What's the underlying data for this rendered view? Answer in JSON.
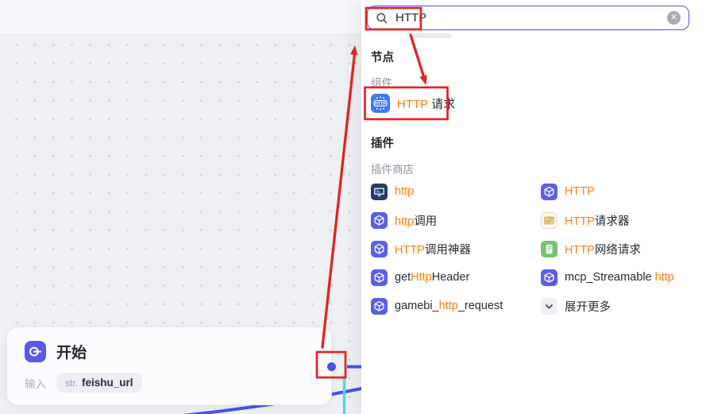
{
  "colors": {
    "accent": "#4d54e8",
    "highlight_orange": "#ff7e10",
    "annotation_red": "#e52222",
    "edge_blue": "#4753e5",
    "edge_cyan": "#54d6e8"
  },
  "canvas": {
    "start_node": {
      "icon": "start-icon",
      "title": "开始",
      "input_label": "输入",
      "param_type": "str.",
      "param_name": "feishu_url"
    }
  },
  "search_panel": {
    "search": {
      "value": "HTTP",
      "icon": "search-icon",
      "clear_icon": "circle-x-icon"
    },
    "nodes_header": "节点",
    "components_header": "组件",
    "component_result": {
      "icon": "http-request",
      "segments": [
        {
          "text": "HTTP",
          "hl": true
        },
        {
          "text": " 请求",
          "hl": false
        }
      ]
    },
    "plugins_header": "插件",
    "plugin_store_header": "插件商店",
    "plugin_results": [
      {
        "icon": "terminal",
        "segments": [
          {
            "text": "http",
            "hl": true
          }
        ]
      },
      {
        "icon": "cube",
        "segments": [
          {
            "text": "HTTP",
            "hl": true
          }
        ]
      },
      {
        "icon": "cube",
        "segments": [
          {
            "text": "http",
            "hl": true
          },
          {
            "text": "调用",
            "hl": false
          }
        ]
      },
      {
        "icon": "browser",
        "segments": [
          {
            "text": "HTTP",
            "hl": true
          },
          {
            "text": "请求器",
            "hl": false
          }
        ]
      },
      {
        "icon": "cube",
        "segments": [
          {
            "text": "HTTP",
            "hl": true
          },
          {
            "text": "调用神器",
            "hl": false
          }
        ]
      },
      {
        "icon": "doc-green",
        "segments": [
          {
            "text": "HTTP",
            "hl": true
          },
          {
            "text": "网络请求",
            "hl": false
          }
        ]
      },
      {
        "icon": "cube",
        "segments": [
          {
            "text": "get",
            "hl": false
          },
          {
            "text": "Http",
            "hl": true
          },
          {
            "text": "Header",
            "hl": false
          }
        ]
      },
      {
        "icon": "cube",
        "segments": [
          {
            "text": "mcp_Streamable ",
            "hl": false
          },
          {
            "text": "http",
            "hl": true
          }
        ]
      },
      {
        "icon": "cube",
        "segments": [
          {
            "text": "gamebi_",
            "hl": false
          },
          {
            "text": "http",
            "hl": true
          },
          {
            "text": "_request",
            "hl": false
          }
        ]
      },
      {
        "icon": "chevron-down",
        "segments": [
          {
            "text": "展开更多",
            "hl": false
          }
        ],
        "expand": true
      }
    ]
  }
}
